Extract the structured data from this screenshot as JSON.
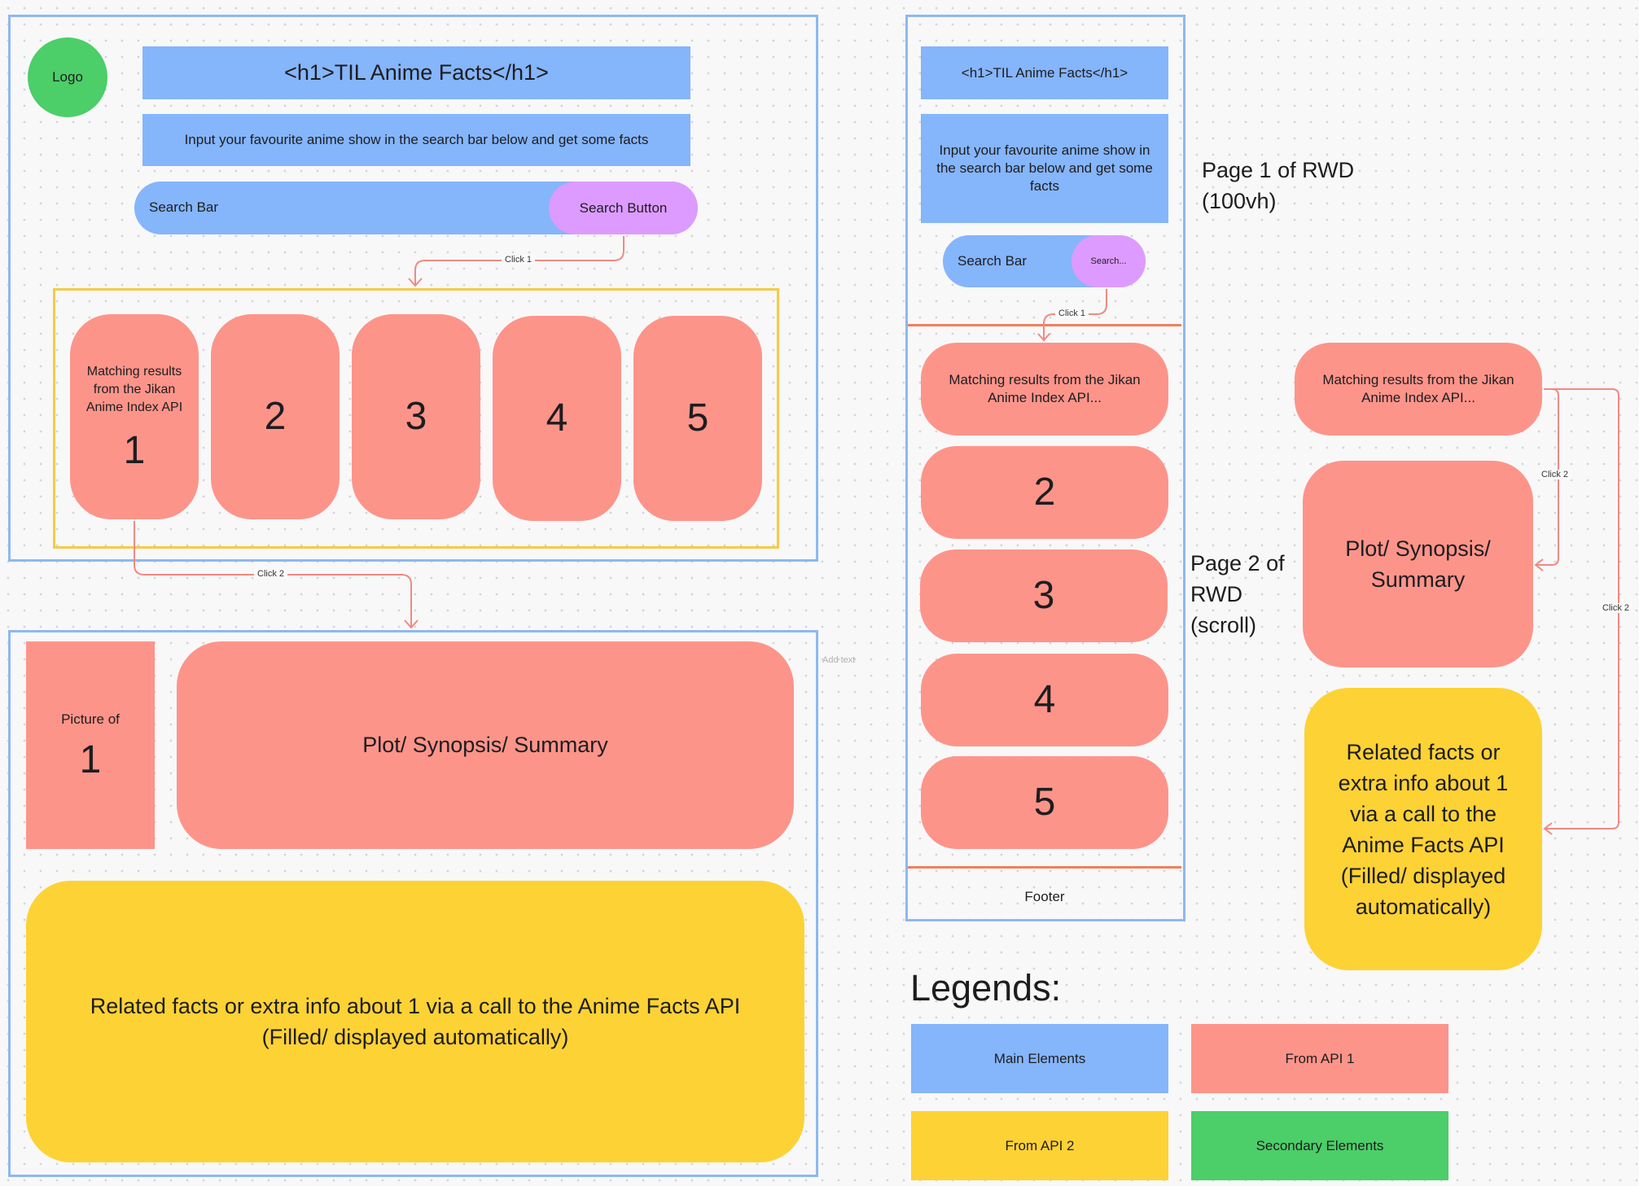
{
  "desktop": {
    "logo": "Logo",
    "title": "<h1>TIL Anime Facts</h1>",
    "subtitle": "Input your favourite anime show in the search bar below and get some facts",
    "search_bar": "Search Bar",
    "search_button": "Search Button",
    "results_first_text": "Matching results from the Jikan Anime Index API",
    "results": [
      "1",
      "2",
      "3",
      "4",
      "5"
    ],
    "click1": "Click 1",
    "click2": "Click 2"
  },
  "detail": {
    "picture_label": "Picture of",
    "picture_num": "1",
    "plot": "Plot/ Synopsis/ Summary",
    "related_line1": "Related facts or extra info about 1 via a call to the Anime Facts API",
    "related_line2": "(Filled/ displayed automatically)",
    "add_text": "Add text"
  },
  "mobile": {
    "title": "<h1>TIL Anime Facts</h1>",
    "subtitle": "Input your favourite anime show in the search bar below and get some facts",
    "search_bar": "Search Bar",
    "search_button": "Search...",
    "click1": "Click 1",
    "results_first": "Matching results from the Jikan Anime Index API...",
    "results": [
      "2",
      "3",
      "4",
      "5"
    ],
    "footer": "Footer",
    "page1_label": "Page 1 of RWD (100vh)",
    "page2_label": "Page 2 of RWD (scroll)"
  },
  "mobile_detail": {
    "results_first": "Matching results from the Jikan Anime Index API...",
    "plot": "Plot/ Synopsis/ Summary",
    "related": "Related facts or extra info about 1 via a call to the Anime Facts API (Filled/ displayed automatically)",
    "click2a": "Click 2",
    "click2b": "Click 2"
  },
  "legend": {
    "title": "Legends:",
    "items": [
      "Main Elements",
      "From API 1",
      "From API 2",
      "Secondary Elements"
    ]
  },
  "colors": {
    "main_elements": "#85b5fa",
    "from_api_1": "#fd948a",
    "from_api_2": "#fdd235",
    "secondary_elements": "#4cce69",
    "search_button": "#dd9bff",
    "frame": "#8eb8ef",
    "results_frame": "#f5cb47",
    "arrow": "#f08a80",
    "divider": "#f0805a"
  }
}
